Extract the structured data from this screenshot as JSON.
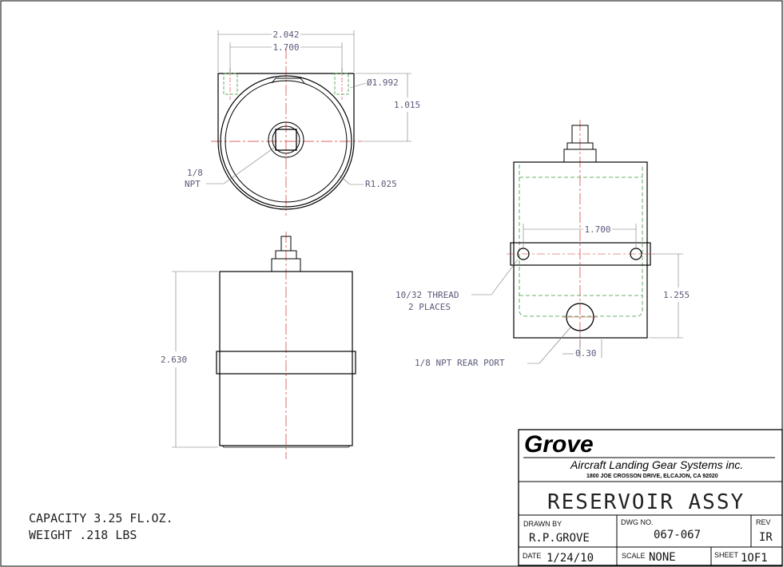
{
  "top_view": {
    "dim_overall_width": "2.042",
    "dim_bolt_spacing": "1.700",
    "dim_diameter": "Ø1.992",
    "dim_center_height": "1.015",
    "label_port_line1": "1/8",
    "label_port_line2": "NPT",
    "dim_radius": "R1.025"
  },
  "front_view": {
    "dim_height": "2.630"
  },
  "side_view": {
    "dim_hole_spacing": "1.700",
    "label_thread_line1": "10/32 THREAD",
    "label_thread_line2": "2 PLACES",
    "dim_port_height": "1.255",
    "dim_port_offset": "0.30",
    "label_rear_port": "1/8 NPT REAR PORT"
  },
  "notes": {
    "capacity": "CAPACITY 3.25 FL.OZ.",
    "weight": "WEIGHT .218 LBS"
  },
  "title_block": {
    "company": "Grove",
    "company_sub": "Aircraft Landing Gear Systems inc.",
    "address": "1800 JOE CROSSON DRIVE, ELCAJON, CA 92020",
    "title": "RESERVOIR ASSY",
    "drawn_by_label": "DRAWN BY",
    "drawn_by": "R.P.GROVE",
    "dwg_no_label": "DWG NO.",
    "dwg_no": "067-067",
    "rev_label": "REV",
    "rev": "IR",
    "date_label": "DATE",
    "date": "1/24/10",
    "scale_label": "SCALE",
    "scale": "NONE",
    "sheet_label": "SHEET",
    "sheet": "1OF1"
  }
}
